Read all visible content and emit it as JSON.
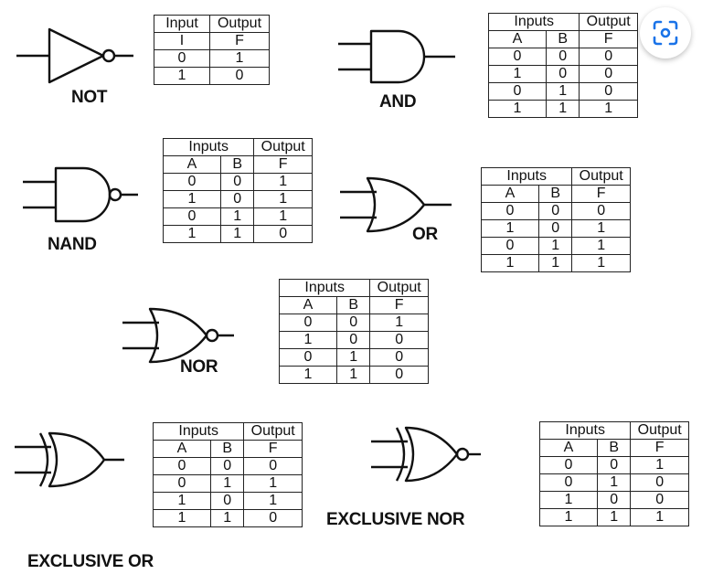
{
  "gates": {
    "not": {
      "label": "NOT",
      "headers": [
        "Input",
        "Output"
      ],
      "subheaders": [
        "I",
        "F"
      ],
      "rows": [
        [
          "0",
          "1"
        ],
        [
          "1",
          "0"
        ]
      ]
    },
    "and": {
      "label": "AND",
      "headers": [
        "Inputs",
        "Output"
      ],
      "subheaders": [
        "A",
        "B",
        "F"
      ],
      "rows": [
        [
          "0",
          "0",
          "0"
        ],
        [
          "1",
          "0",
          "0"
        ],
        [
          "0",
          "1",
          "0"
        ],
        [
          "1",
          "1",
          "1"
        ]
      ]
    },
    "nand": {
      "label": "NAND",
      "headers": [
        "Inputs",
        "Output"
      ],
      "subheaders": [
        "A",
        "B",
        "F"
      ],
      "rows": [
        [
          "0",
          "0",
          "1"
        ],
        [
          "1",
          "0",
          "1"
        ],
        [
          "0",
          "1",
          "1"
        ],
        [
          "1",
          "1",
          "0"
        ]
      ]
    },
    "or": {
      "label": "OR",
      "headers": [
        "Inputs",
        "Output"
      ],
      "subheaders": [
        "A",
        "B",
        "F"
      ],
      "rows": [
        [
          "0",
          "0",
          "0"
        ],
        [
          "1",
          "0",
          "1"
        ],
        [
          "0",
          "1",
          "1"
        ],
        [
          "1",
          "1",
          "1"
        ]
      ]
    },
    "nor": {
      "label": "NOR",
      "headers": [
        "Inputs",
        "Output"
      ],
      "subheaders": [
        "A",
        "B",
        "F"
      ],
      "rows": [
        [
          "0",
          "0",
          "1"
        ],
        [
          "1",
          "0",
          "0"
        ],
        [
          "0",
          "1",
          "0"
        ],
        [
          "1",
          "1",
          "0"
        ]
      ]
    },
    "xor": {
      "label": "EXCLUSIVE OR",
      "headers": [
        "Inputs",
        "Output"
      ],
      "subheaders": [
        "A",
        "B",
        "F"
      ],
      "rows": [
        [
          "0",
          "0",
          "0"
        ],
        [
          "0",
          "1",
          "1"
        ],
        [
          "1",
          "0",
          "1"
        ],
        [
          "1",
          "1",
          "0"
        ]
      ]
    },
    "xnor": {
      "label": "EXCLUSIVE NOR",
      "headers": [
        "Inputs",
        "Output"
      ],
      "subheaders": [
        "A",
        "B",
        "F"
      ],
      "rows": [
        [
          "0",
          "0",
          "1"
        ],
        [
          "0",
          "1",
          "0"
        ],
        [
          "1",
          "0",
          "0"
        ],
        [
          "1",
          "1",
          "1"
        ]
      ]
    }
  },
  "ui": {
    "lens_button": {
      "icon": "lens-icon",
      "color": "#1a73e8"
    }
  }
}
